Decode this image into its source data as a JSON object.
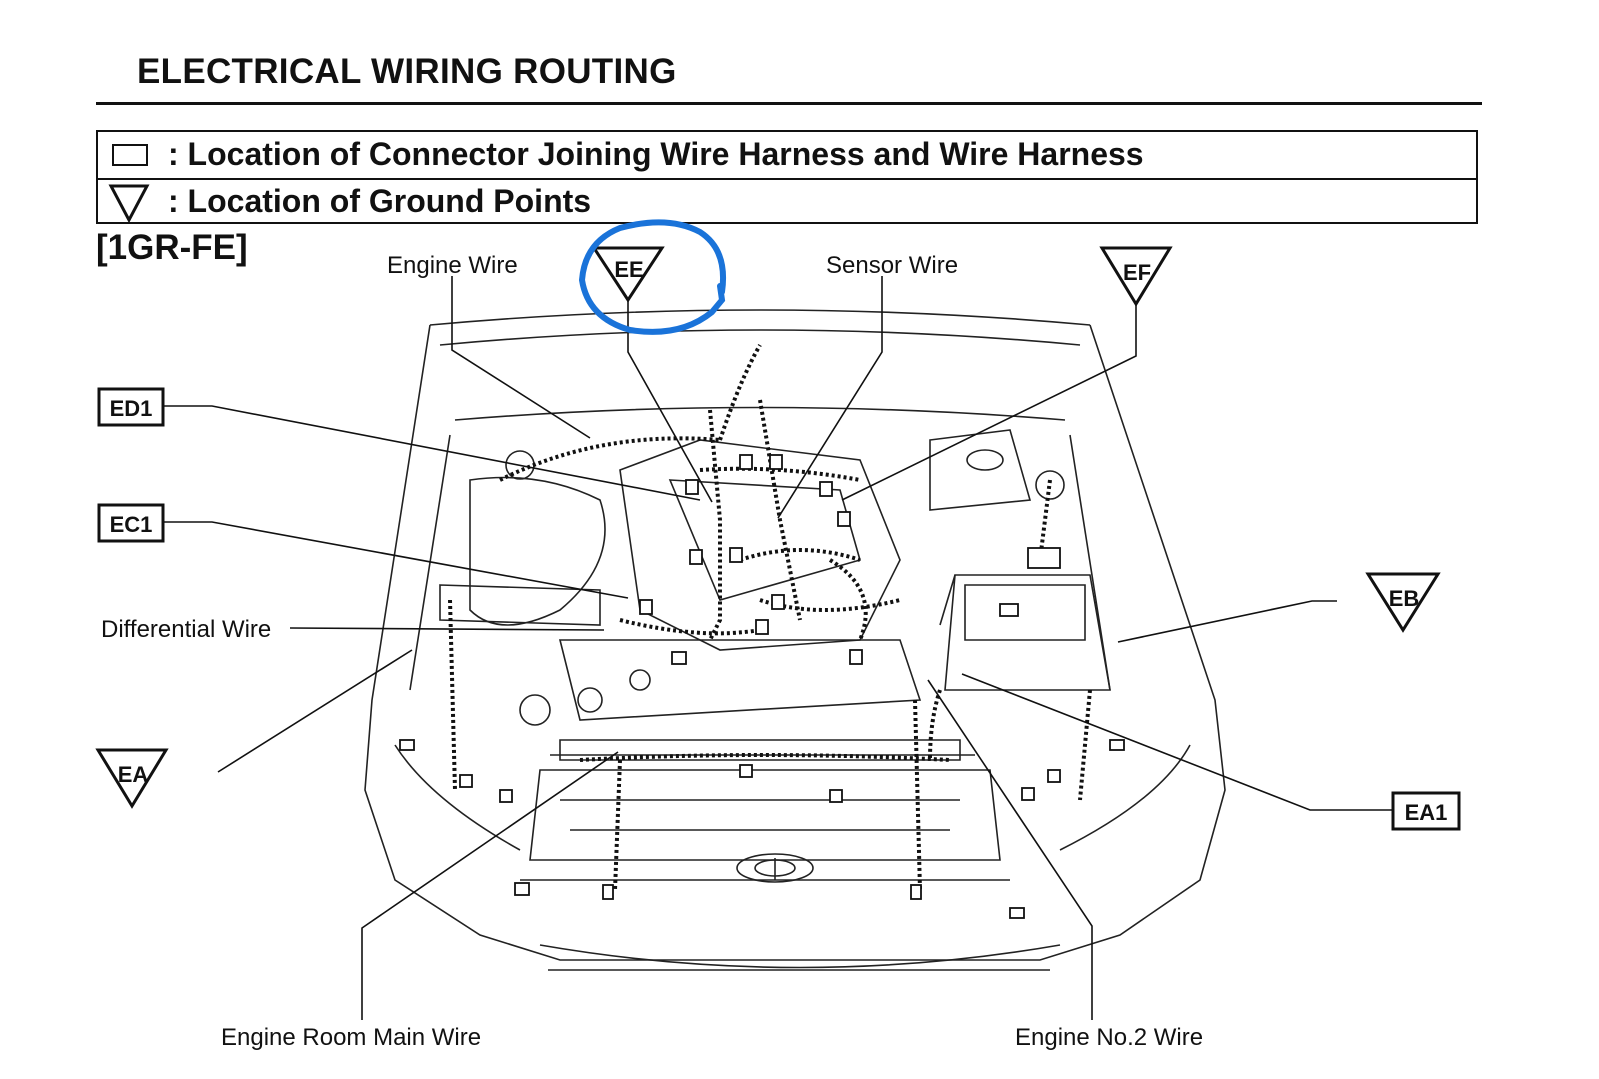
{
  "header": {
    "title": "ELECTRICAL WIRING ROUTING"
  },
  "legend": {
    "connector_text": ": Location of Connector Joining Wire Harness and Wire Harness",
    "ground_text": ": Location of Ground Points",
    "connector_icon": "rectangle-icon",
    "ground_icon": "inverted-triangle-icon"
  },
  "engine_code": "[1GR-FE]",
  "wire_labels": {
    "engine_wire": "Engine Wire",
    "sensor_wire": "Sensor Wire",
    "differential_wire": "Differential Wire",
    "engine_room_main_wire": "Engine Room Main Wire",
    "engine_no2_wire": "Engine No.2 Wire"
  },
  "ground_points": {
    "ee": "EE",
    "ef": "EF",
    "eb": "EB",
    "ea": "EA"
  },
  "connectors": {
    "ed1": "ED1",
    "ec1": "EC1",
    "ea1": "EA1"
  },
  "annotation": {
    "circle_color": "#1a73d9"
  },
  "colors": {
    "line": "#111111",
    "background": "#ffffff"
  }
}
